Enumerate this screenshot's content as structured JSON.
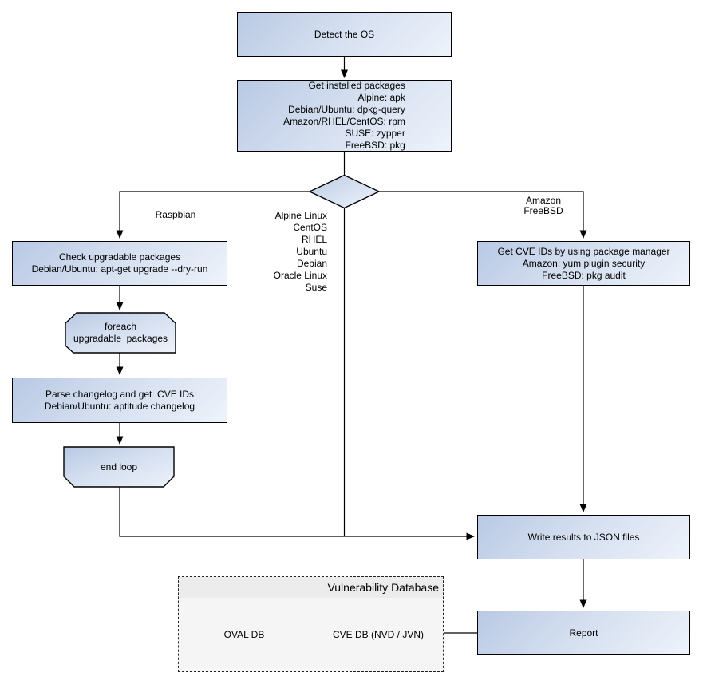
{
  "diagram": {
    "nodes": {
      "detect_os": {
        "label": "Detect the OS"
      },
      "get_installed": {
        "label": "Get installed packages\nAlpine: apk\nDebian/Ubuntu: dpkg-query\nAmazon/RHEL/CentOS: rpm\nSUSE: zypper\nFreeBSD: pkg"
      },
      "check_upgradable": {
        "label": "Check upgradable packages\nDebian/Ubuntu: apt-get upgrade --dry-run"
      },
      "foreach_loop": {
        "label": "foreach\nupgradable  packages"
      },
      "parse_changelog": {
        "label": "Parse changelog and get  CVE IDs\nDebian/Ubuntu: aptitude changelog"
      },
      "end_loop": {
        "label": "end loop"
      },
      "get_cve_ids": {
        "label": "Get CVE IDs by using package manager\nAmazon: yum plugin security\nFreeBSD: pkg audit"
      },
      "write_results": {
        "label": "Write results to JSON files"
      },
      "report": {
        "label": "Report"
      },
      "oval_db": {
        "label": "OVAL DB"
      },
      "cve_db": {
        "label": "CVE DB (NVD / JVN)"
      }
    },
    "edge_labels": {
      "raspbian": "Raspbian",
      "amazon_freebsd": "Amazon\nFreeBSD",
      "os_list": "Alpine Linux\nCentOS\nRHEL\nUbuntu\nDebian\nOracle Linux\nSuse"
    },
    "cluster": {
      "title": "Vulnerability Database"
    },
    "colors": {
      "node_fill_start": "#b9c9e4",
      "node_fill_end": "#eef3fb",
      "node_border": "#000000",
      "cluster_fill": "#f5f5f5",
      "cluster_band": "#ececec",
      "edge_stroke": "#000000"
    }
  }
}
